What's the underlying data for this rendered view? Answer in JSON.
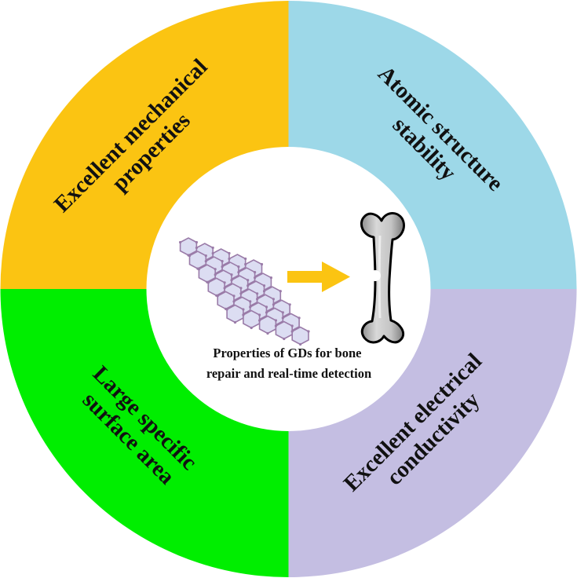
{
  "quadrants": [
    {
      "id": "top-left",
      "lines": [
        "Excellent mechanical",
        "properties"
      ],
      "color": "#FBC412"
    },
    {
      "id": "top-right",
      "lines": [
        "Atomic structure",
        "stability"
      ],
      "color": "#9DD8E8"
    },
    {
      "id": "bottom-left",
      "lines": [
        "Large specific",
        "surface area"
      ],
      "color": "#00EE00"
    },
    {
      "id": "bottom-right",
      "lines": [
        "Excellent electrical",
        "conductivity"
      ],
      "color": "#C4BEE2"
    }
  ],
  "center": {
    "caption_lines": [
      "Properties of GDs for bone",
      "repair and real-time detection"
    ],
    "background": "#FFFFFF"
  },
  "icons": {
    "lattice": "graphdiyne-lattice-icon",
    "arrow": "right-arrow-icon",
    "bone": "bone-icon"
  },
  "colors": {
    "arrow": "#FBC412",
    "lattice_fill": "#DCDDF2",
    "lattice_stroke": "#9A7BA8",
    "bone_fill": "#BDBDBD",
    "bone_stroke": "#000000"
  }
}
